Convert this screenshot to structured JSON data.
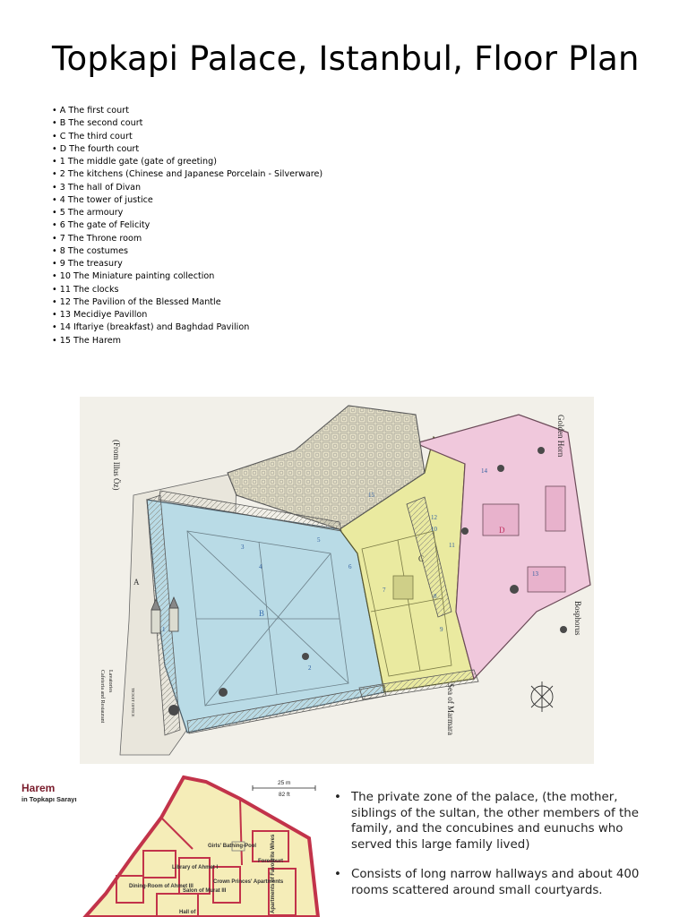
{
  "title": "Topkapi Palace, Istanbul, Floor Plan",
  "legend": [
    "A The first court",
    "B The second court",
    "C The third court",
    "D The fourth court",
    "1 The middle gate (gate of greeting)",
    "2 The kitchens (Chinese and Japanese Porcelain - Silverware)",
    "3 The hall of Divan",
    "4 The tower of justice",
    "5 The armoury",
    "6 The gate of Felicity",
    "7 The Throne room",
    "8 The costumes",
    "9 The treasury",
    "10 The Miniature painting collection",
    "11 The clocks",
    "12 The Pavilion of the Blessed Mantle",
    "13 Mecidiye Pavillon",
    "14 Iftariye (breakfast) and Baghdad Pavilion",
    "15 The Harem"
  ],
  "plan_map": {
    "labels": {
      "golden_horn": "Golden Horn",
      "bosphorus": "Bosphorus",
      "sea": "Sea of Marmara",
      "from": "(From Illus Öz)",
      "cafeteria": "Cafeteria and Restaurant",
      "lavatories": "Lavatories",
      "ticket": "TICKET OFFICE"
    },
    "court_letters": [
      "A",
      "B",
      "C",
      "D"
    ],
    "numbers": [
      "1",
      "2",
      "3",
      "4",
      "5",
      "6",
      "7",
      "8",
      "9",
      "10",
      "11",
      "12",
      "13",
      "14",
      "15"
    ],
    "colors": {
      "court_a": "#f2f0e9",
      "court_b": "#b9dbe6",
      "court_c": "#eaeaa0",
      "court_d": "#f0c8dc",
      "harem": "#e6e1c8"
    }
  },
  "harem_map": {
    "title": "Harem",
    "subtitle": "in Topkapı Sarayı",
    "scale_m": "25 m",
    "scale_ft": "82 ft",
    "rooms": [
      "Girls' Bathing-Pool",
      "Forecourt",
      "Library of Ahmet I",
      "Dining-Room of Ahmet III",
      "Salon of Murat III",
      "Crown Princes' Apartments",
      "Apartments of Favourite Wives",
      "Hall of"
    ],
    "colors": {
      "fill": "#f5edb8",
      "wall": "#c2334a"
    }
  },
  "notes": [
    "The private zone of the palace, (the mother, siblings of the sultan, the other members of the family, and the concubines and eunuchs who served this large family lived)",
    "Consists of long narrow hallways and about 400 rooms scattered around small courtyards."
  ]
}
